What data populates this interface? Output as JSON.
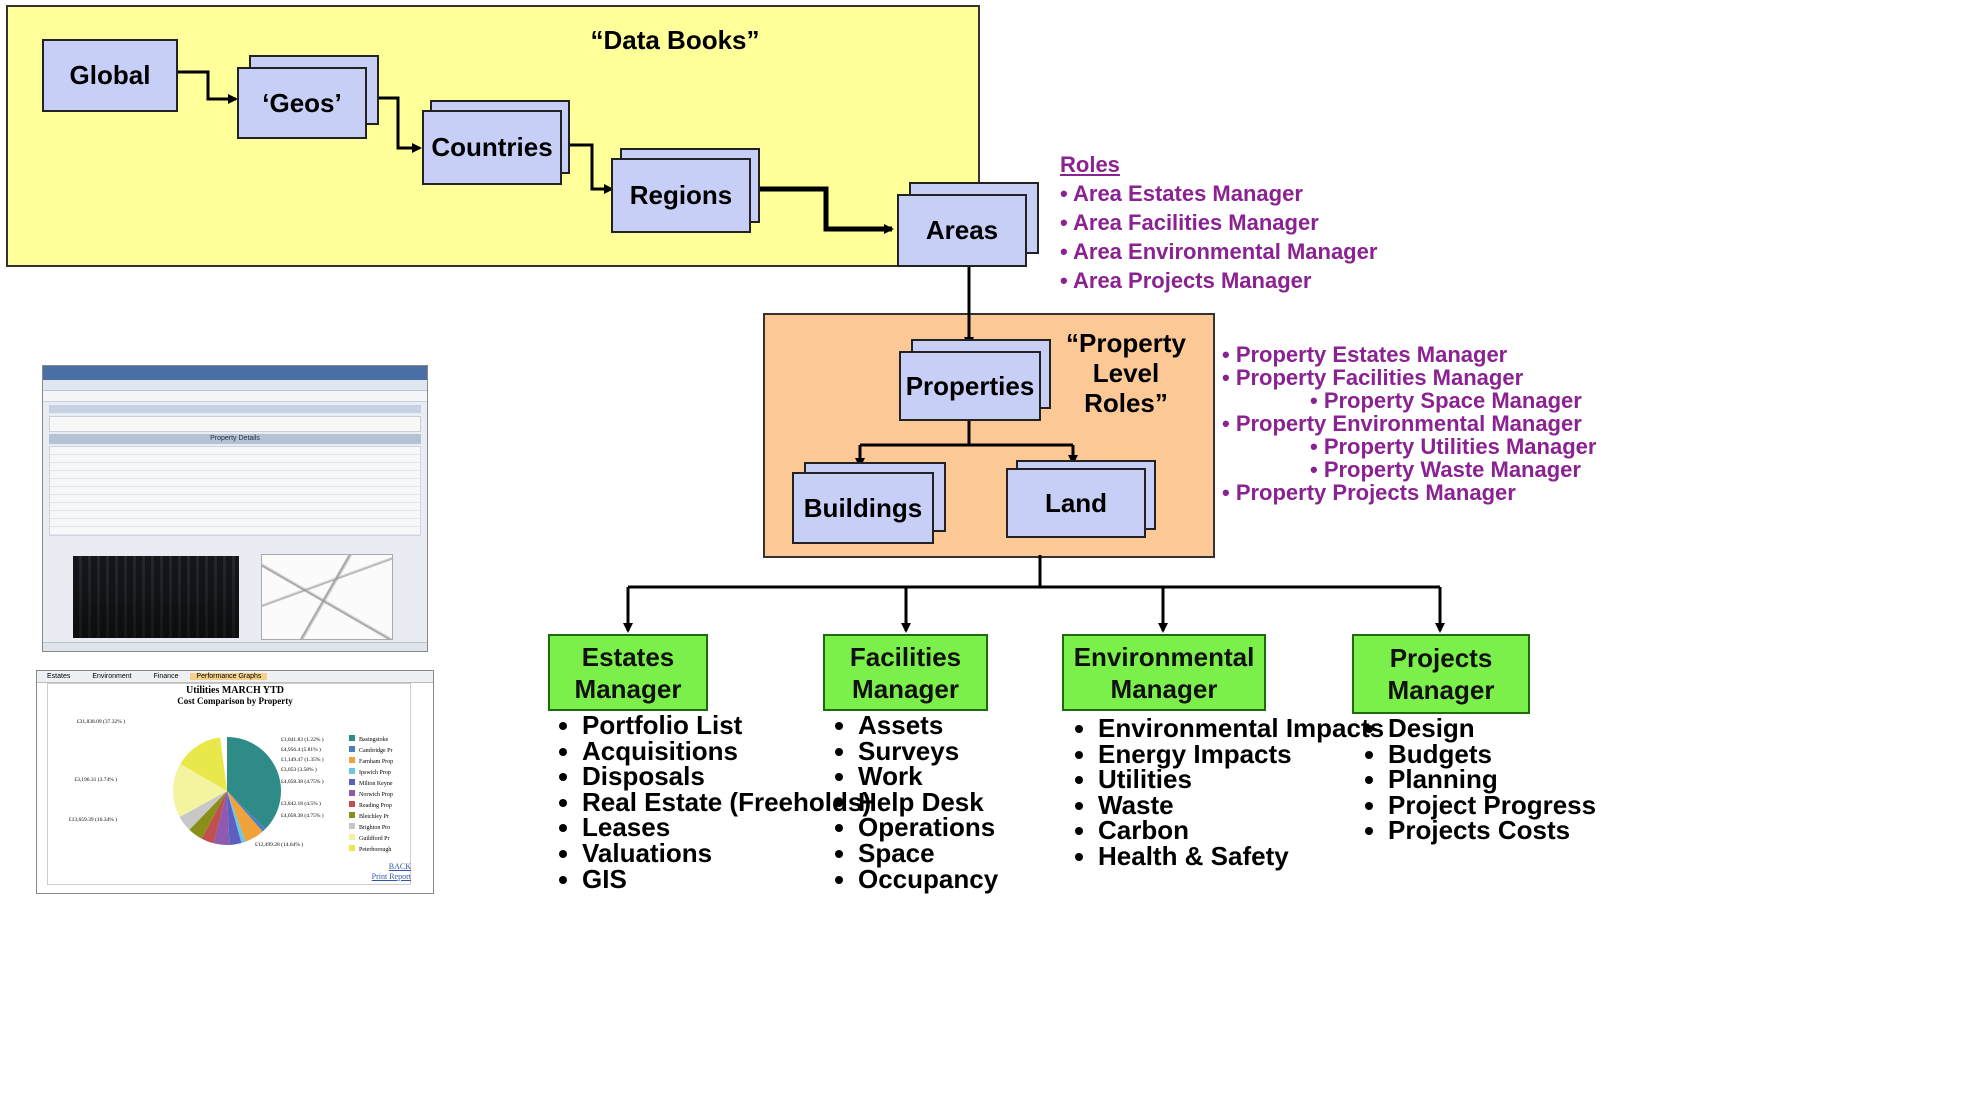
{
  "panels": {
    "data_books_label": "“Data Books”",
    "property_roles_label_line1": "“Property",
    "property_roles_label_line2": "Level Roles”"
  },
  "nodes": {
    "global": "Global",
    "geos": "‘Geos’",
    "countries": "Countries",
    "regions": "Regions",
    "areas": "Areas",
    "properties": "Properties",
    "buildings": "Buildings",
    "land": "Land"
  },
  "area_roles": {
    "heading": "Roles",
    "items": [
      "• Area Estates Manager",
      "• Area Facilities Manager",
      "• Area Environmental Manager",
      "• Area Projects Manager"
    ]
  },
  "property_roles": {
    "items": [
      "• Property Estates Manager",
      "• Property Facilities Manager",
      "• Property Space Manager",
      "• Property Environmental Manager",
      "• Property Utilities Manager",
      "• Property Waste Manager",
      "• Property Projects Manager"
    ]
  },
  "managers": [
    {
      "line1": "Estates",
      "line2": "Manager",
      "items": [
        "Portfolio List",
        "Acquisitions",
        "Disposals",
        "Real Estate (Freeholds)",
        "Leases",
        "Valuations",
        "GIS"
      ]
    },
    {
      "line1": "Facilities",
      "line2": "Manager",
      "items": [
        "Assets",
        "Surveys",
        "Work",
        "Help Desk",
        "Operations",
        "Space",
        "Occupancy"
      ]
    },
    {
      "line1": "Environmental",
      "line2": "Manager",
      "items": [
        "Environmental Impacts",
        "Energy Impacts",
        "Utilities",
        "Waste",
        "Carbon",
        "Health & Safety"
      ]
    },
    {
      "line1": "Projects",
      "line2": "Manager",
      "items": [
        "Design",
        "Budgets",
        "Planning",
        "Project Progress",
        "Projects Costs"
      ]
    }
  ],
  "screenshots": {
    "property_form": "Property Details",
    "chart_tabs": [
      "Estates",
      "Environment",
      "Finance",
      "Performance Graphs"
    ],
    "chart_title_line1": "Utilities MARCH YTD",
    "chart_title_line2": "Cost Comparison by Property",
    "chart_links": [
      "BACK",
      "Print Report"
    ],
    "legend": [
      "Basingstoke",
      "Cambridge Pr",
      "Farnham Prop",
      "Ipswich Prop",
      "Milton Keyne",
      "Norwich Prop",
      "Reading Prop",
      "Bletchley Pr",
      "Brighton Pro",
      "Guildford Pr",
      "Peterborough"
    ],
    "slice_labels": [
      "£31,838.09 (37.32% )",
      "£1,041.83 (1.22% )",
      "£4,956.4 (5.81% )",
      "£1,149.47 (1.35% )",
      "£3,053 (3.58% )",
      "£4,058.38 (4.75% )",
      "£3,196.31 (3.74% )",
      "£3,842.18 (4.5% )",
      "£4,058.38 (4.75% )",
      "£13,659.39 (16.34% )",
      "£12,499.28 (14.64% )"
    ],
    "colors": [
      "#2e8b87",
      "#4a7fc0",
      "#f2a23a",
      "#6dc6e6",
      "#5b5fbf",
      "#8e5bb0",
      "#c0504d",
      "#8a8f19",
      "#c7c7c7",
      "#f3f3a0",
      "#e8e84a"
    ]
  }
}
